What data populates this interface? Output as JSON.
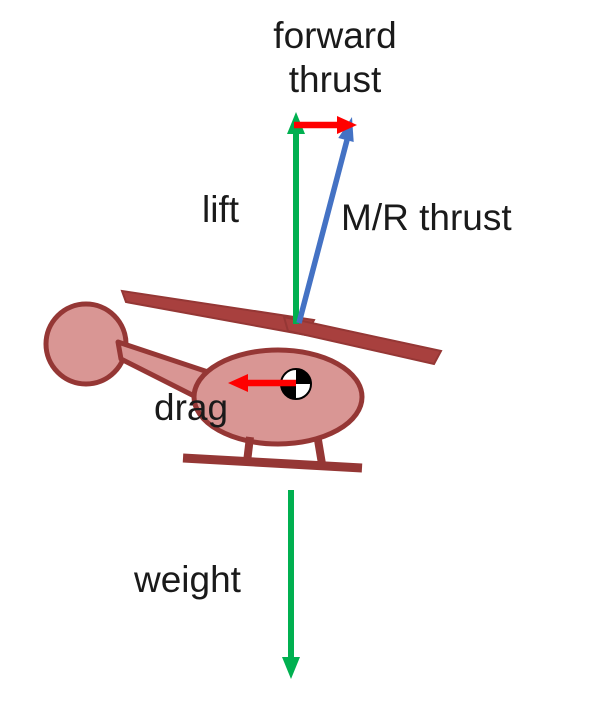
{
  "labels": {
    "forward_thrust": "forward\nthrust",
    "lift": "lift",
    "mr_thrust": "M/R thrust",
    "drag": "drag",
    "weight": "weight"
  },
  "colors": {
    "arrow-green": "#00B050",
    "arrow-red": "#FF0000",
    "arrow-blue": "#4472C4",
    "heli-fill": "#D99694",
    "heli-stroke": "#953735",
    "blade-fill": "#A8403E",
    "text": "#1A1A1A",
    "background": "#FFFFFF"
  }
}
